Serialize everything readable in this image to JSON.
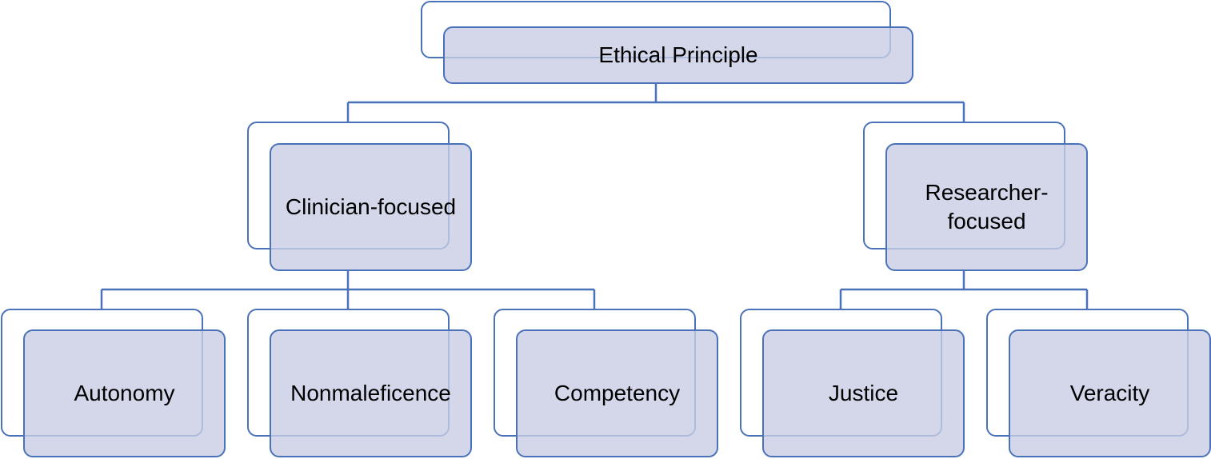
{
  "diagram": {
    "root": {
      "label": "Ethical Principle"
    },
    "categories": [
      {
        "label": "Clinician-focused",
        "children": [
          {
            "label": "Autonomy"
          },
          {
            "label": "Nonmaleficence"
          },
          {
            "label": "Competency"
          }
        ]
      },
      {
        "label": "Researcher-focused",
        "label_lines": [
          "Researcher-",
          "focused"
        ],
        "children": [
          {
            "label": "Justice"
          },
          {
            "label": "Veracity"
          }
        ]
      }
    ],
    "colors": {
      "box_fill": "#cfd3e8",
      "border": "#4a72b8",
      "text": "#000000"
    }
  }
}
